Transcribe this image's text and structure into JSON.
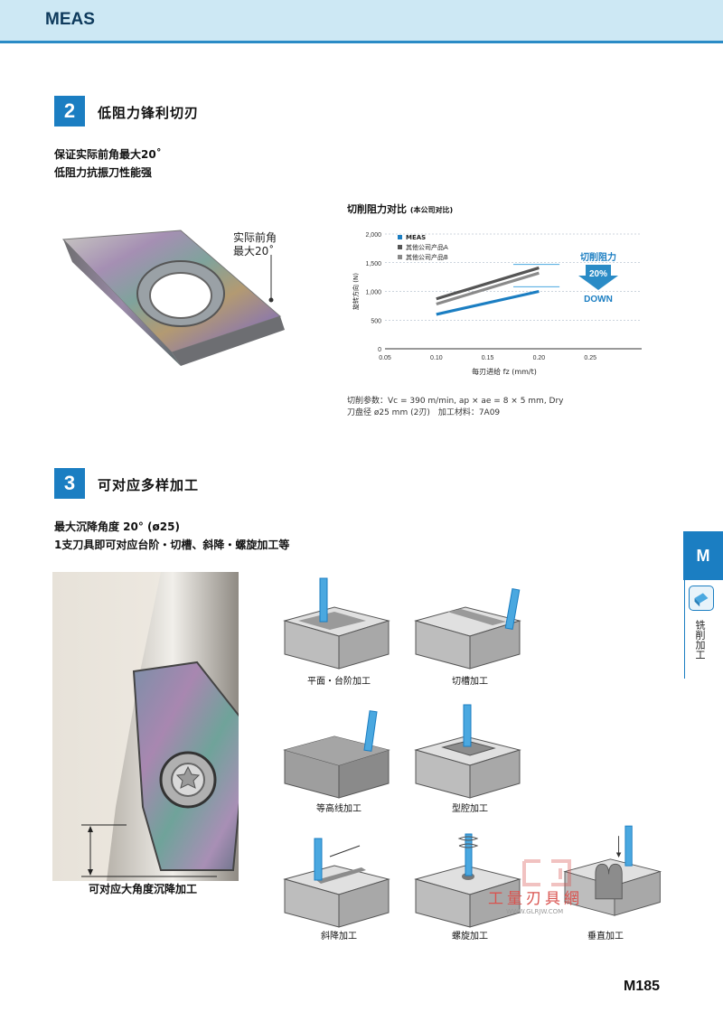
{
  "header": {
    "title": "MEAS"
  },
  "section2": {
    "number": "2",
    "title": "低阻力锋利切刃",
    "line1": "保证实际前角最大20˚",
    "line2": "低阻力抗振刀性能强",
    "callout_line1": "实际前角",
    "callout_line2": "最大20˚"
  },
  "chart_data": {
    "type": "line",
    "title": "切削阻力对比",
    "subtitle": "(本公司对比)",
    "xlabel": "每刃进给 fz (mm/t)",
    "ylabel": "旋转方向 (N)",
    "x_ticks": [
      "0.05",
      "0.10",
      "0.15",
      "0.20",
      "0.25"
    ],
    "y_ticks": [
      "0",
      "500",
      "1,000",
      "1,500",
      "2,000"
    ],
    "xlim": [
      0.05,
      0.3
    ],
    "ylim": [
      0,
      2000
    ],
    "grid": "horizontal dashed",
    "legend_placement": "top-left",
    "series": [
      {
        "name": "MEAS",
        "color": "#1b7ec2",
        "x": [
          0.1,
          0.2
        ],
        "y": [
          600,
          1000
        ]
      },
      {
        "name": "其他公司产品A",
        "color": "#555555",
        "x": [
          0.1,
          0.2
        ],
        "y": [
          870,
          1410
        ]
      },
      {
        "name": "其他公司产品B",
        "color": "#8a8a8a",
        "x": [
          0.1,
          0.2
        ],
        "y": [
          780,
          1320
        ]
      }
    ],
    "annotation": {
      "label_top": "切削阻力",
      "label_pct": "20%",
      "label_bottom": "DOWN"
    }
  },
  "conditions": {
    "line1": "切削参数：Vc = 390 m/min, ap × ae = 8 × 5 mm, Dry",
    "line2": "刀盘径 ø25 mm (2刃)　加工材料：7A09"
  },
  "section3": {
    "number": "3",
    "title": "可对应多样加工",
    "line1": "最大沉降角度 20° (ø25)",
    "line2": "1支刀具即可对应台阶・切槽、斜降・螺旋加工等",
    "photo_caption": "可对应大角度沉降加工"
  },
  "operations": [
    {
      "label": "平面・台阶加工"
    },
    {
      "label": "切槽加工"
    },
    {
      "label": "等高线加工"
    },
    {
      "label": "型腔加工"
    },
    {
      "label": "斜降加工"
    },
    {
      "label": "螺旋加工"
    },
    {
      "label": "垂直加工"
    }
  ],
  "side_tab": {
    "letter": "M",
    "text": "铣削加工"
  },
  "watermark": {
    "text": "工量刃具網",
    "url": "WWW.GLRJW.COM"
  },
  "page": {
    "number": "M185"
  }
}
